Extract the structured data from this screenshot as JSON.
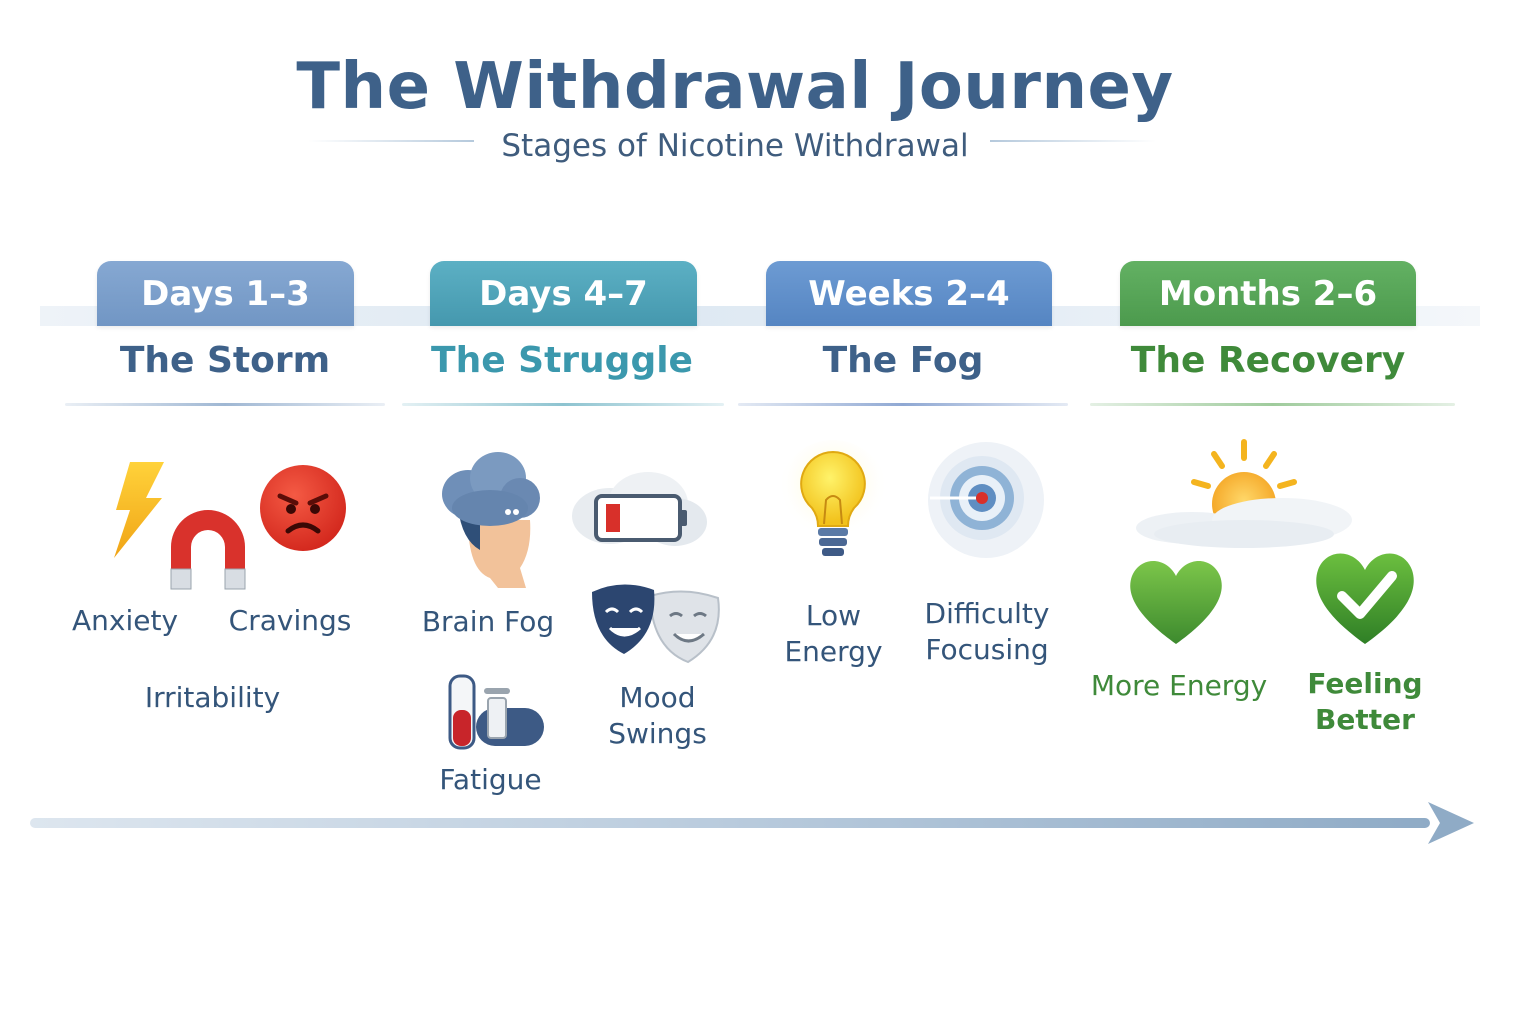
{
  "header": {
    "title": "The Withdrawal Journey",
    "subtitle": "Stages of Nicotine Withdrawal"
  },
  "colors": {
    "title": "#3e6189",
    "stage1": "#7a9fcb",
    "stage2": "#4fa3b8",
    "stage3": "#5f8fcb",
    "stage4": "#55a556",
    "symptom_text": "#34557a",
    "recovery_text": "#3f8a3a"
  },
  "stages": [
    {
      "period": "Days 1–3",
      "name": "The Storm",
      "symptoms": [
        "Anxiety",
        "Cravings",
        "Irritability"
      ],
      "icons": [
        "lightning-icon",
        "magnet-icon",
        "angry-face-icon"
      ]
    },
    {
      "period": "Days 4–7",
      "name": "The Struggle",
      "symptoms": [
        "Brain Fog",
        "Mood Swings",
        "Fatigue"
      ],
      "icons": [
        "cloudy-head-icon",
        "low-battery-icon",
        "theater-masks-icon",
        "test-tube-icon"
      ]
    },
    {
      "period": "Weeks 2–4",
      "name": "The Fog",
      "symptoms": [
        "Low Energy",
        "Difficulty Focusing"
      ],
      "icons": [
        "light-bulb-icon",
        "target-icon"
      ]
    },
    {
      "period": "Months 2–6",
      "name": "The Recovery",
      "symptoms": [
        "More Energy",
        "Feeling Better"
      ],
      "icons": [
        "sun-cloud-icon",
        "heart-icon",
        "heart-check-icon"
      ]
    }
  ]
}
